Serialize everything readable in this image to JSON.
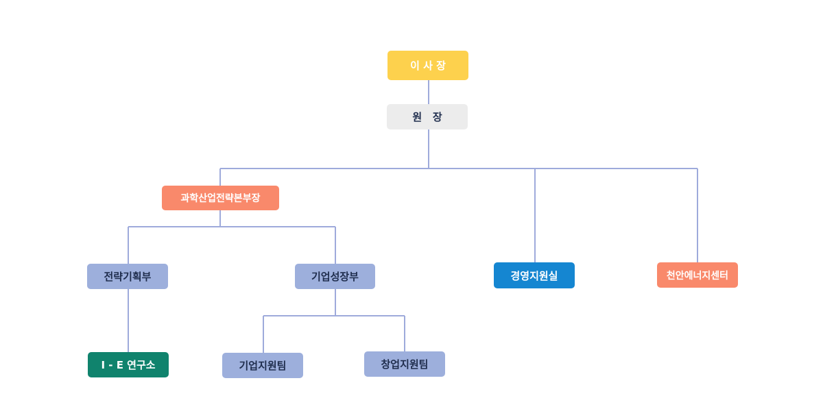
{
  "org_chart": {
    "chairman": "이 사 장",
    "director": "원   장",
    "division": "과학산업전략본부장",
    "strategy_dept": "전략기획부",
    "growth_dept": "기업성장부",
    "mgmt_office": "경영지원실",
    "energy_center": "천안에너지센터",
    "ie_lab": "I - E 연구소",
    "biz_support_team": "기업지원팀",
    "startup_support_team": "창업지원팀"
  },
  "colors": {
    "connector": "#9eaadb",
    "chairman": "#fdd14d",
    "director": "#ececec",
    "division": "#f9896b",
    "dept": "#9dafdc",
    "mgmt_office": "#1586d1",
    "energy_center": "#f9896b",
    "ie_lab": "#10836d"
  }
}
